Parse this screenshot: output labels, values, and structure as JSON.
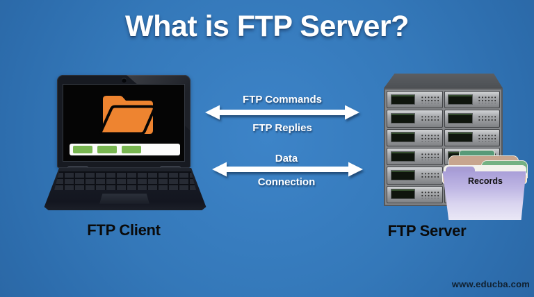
{
  "title": "What is FTP Server?",
  "nodes": {
    "client": {
      "label": "FTP Client",
      "screen_icon": "open-folder-icon",
      "progress_segments": 3
    },
    "server": {
      "label": "FTP Server",
      "unit_rows": 6,
      "unit_columns": 2,
      "folder": {
        "label": "Records"
      }
    }
  },
  "connections": [
    {
      "top_label": "FTP Commands",
      "bottom_label": "FTP Replies"
    },
    {
      "top_label": "Data",
      "bottom_label": "Connection"
    }
  ],
  "watermark": "www.educba.com",
  "colors": {
    "background_center": "#3d84c8",
    "background_edge": "#2b68a6",
    "title_text": "#ffffff",
    "arrow": "#ffffff",
    "node_label_text": "#0a0a0a",
    "laptop_body": "#171a21",
    "screen_folder_orange": "#ee8430",
    "progress_green": "#79b651",
    "rack_gray": "#85878a",
    "records_folder_lavender": "#a99ed8",
    "watermark_text": "#10202f"
  }
}
